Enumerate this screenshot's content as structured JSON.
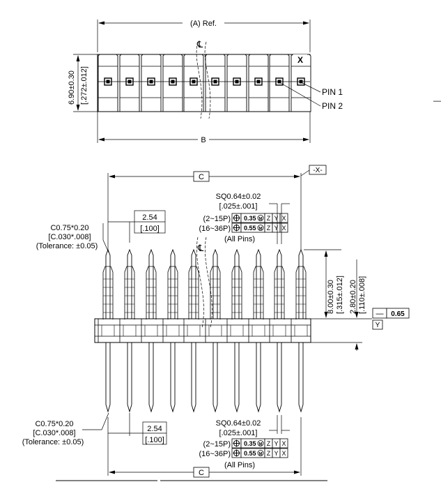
{
  "top_view": {
    "dim_a": "(A) Ref.",
    "dim_b": "B",
    "height_mm": "6.90±0.30",
    "height_in": "[.272±.012]",
    "pin_mark": "X",
    "pin1": "PIN 1",
    "pin2": "PIN 2",
    "centerline": "℄"
  },
  "front_view": {
    "dim_c": "C",
    "datum_x": "-X-",
    "centerline": "℄",
    "pitch_mm": "2.54",
    "pitch_in": "[.100]",
    "chamfer_top": [
      "C0.75*0.20",
      "[C.030*.008]",
      "(Tolerance: ±0.05)"
    ],
    "chamfer_bottom": [
      "C0.75*0.20",
      "[C.030*.008]",
      "(Tolerance: ±0.05)"
    ],
    "sq_mm": "SQ0.64±0.02",
    "sq_in": "[.025±.001]",
    "tol_rows": [
      {
        "range": "(2~15P)",
        "value": "0.35",
        "mod": "M",
        "datums": [
          "Z",
          "Y",
          "X"
        ]
      },
      {
        "range": "(16~36P)",
        "value": "0.55",
        "mod": "M",
        "datums": [
          "Z",
          "Y",
          "X"
        ]
      }
    ],
    "all_pins": "(All Pins)",
    "len_mm": "8.00±0.30",
    "len_in": "[.315±.012]",
    "stand_mm": "2.80±0.20",
    "stand_in": "[.110±.008]",
    "flatness_value": "0.65",
    "datum_y": "Y",
    "dash": "—"
  }
}
